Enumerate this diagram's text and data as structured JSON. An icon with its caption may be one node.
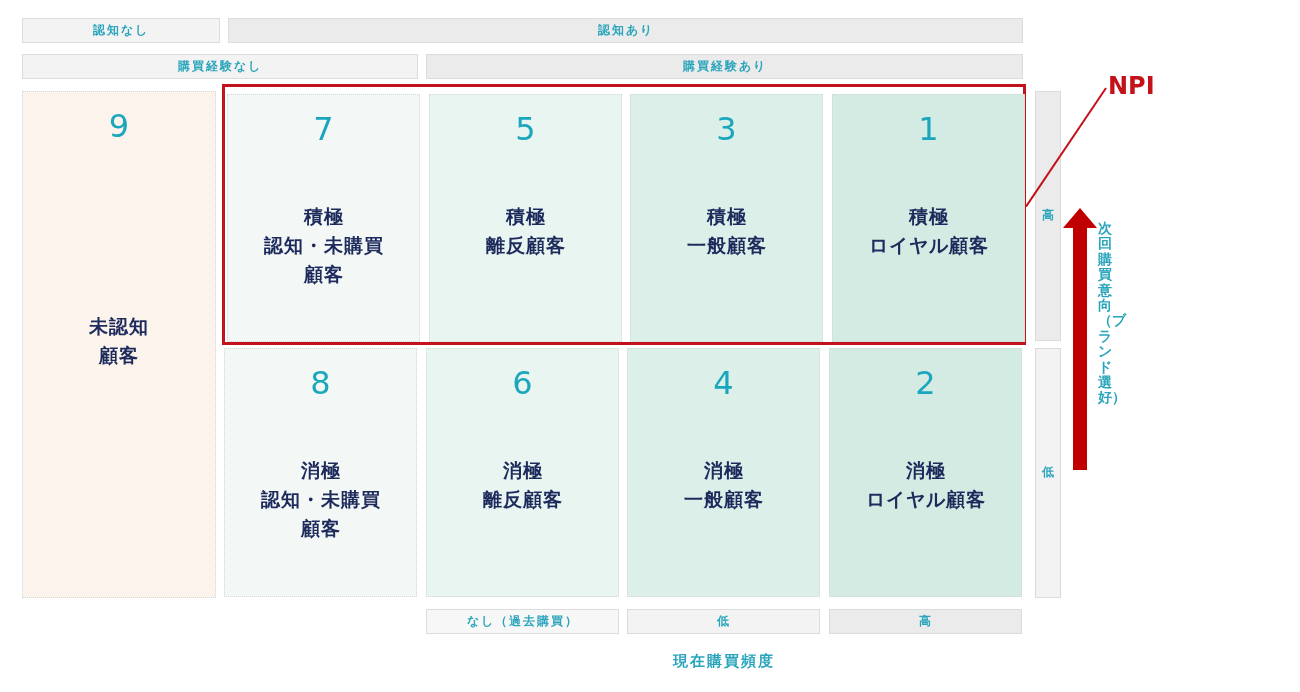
{
  "diagram": {
    "nodes": [
      {
        "text": [
          "認知なし"
        ]
      },
      {
        "text": [
          "認知あり"
        ]
      },
      {
        "text": [
          "購買経験なし"
        ]
      },
      {
        "text": [
          "購買経験あり"
        ]
      },
      {
        "text": [
          "9",
          "未認知顧客"
        ]
      },
      {
        "text": [],
        "shape": "box"
      },
      {
        "text": [
          "7",
          "積極認知・未購買顧客"
        ],
        "in": 5
      },
      {
        "text": [
          "5",
          "積極離反顧客"
        ],
        "in": 5
      },
      {
        "text": [
          "3",
          "積極一般顧客"
        ],
        "in": 5
      },
      {
        "text": [
          "1",
          "積極ロイヤル顧客"
        ],
        "in": 5
      },
      {
        "text": [
          "高"
        ]
      },
      {
        "text": [
          "NPI"
        ]
      },
      {
        "text": [
          "8",
          "消極認知・未購買顧客"
        ]
      },
      {
        "text": [
          "6",
          "消極離反顧客"
        ]
      },
      {
        "text": [
          "4",
          "消極一般顧客"
        ]
      },
      {
        "text": [
          "2",
          "消極ロイヤル顧客"
        ]
      },
      {
        "text": [
          "低"
        ]
      },
      {
        "text": [
          "なし（過去購買）"
        ]
      },
      {
        "text": [
          "低"
        ]
      },
      {
        "text": [
          "高"
        ]
      }
    ],
    "edges": [
      {
        "from": 11,
        "to": 5,
        "arrow": "none"
      }
    ],
    "labels": [
      "次回購買意向（ブランド選好）",
      "現在購買頻度"
    ]
  }
}
